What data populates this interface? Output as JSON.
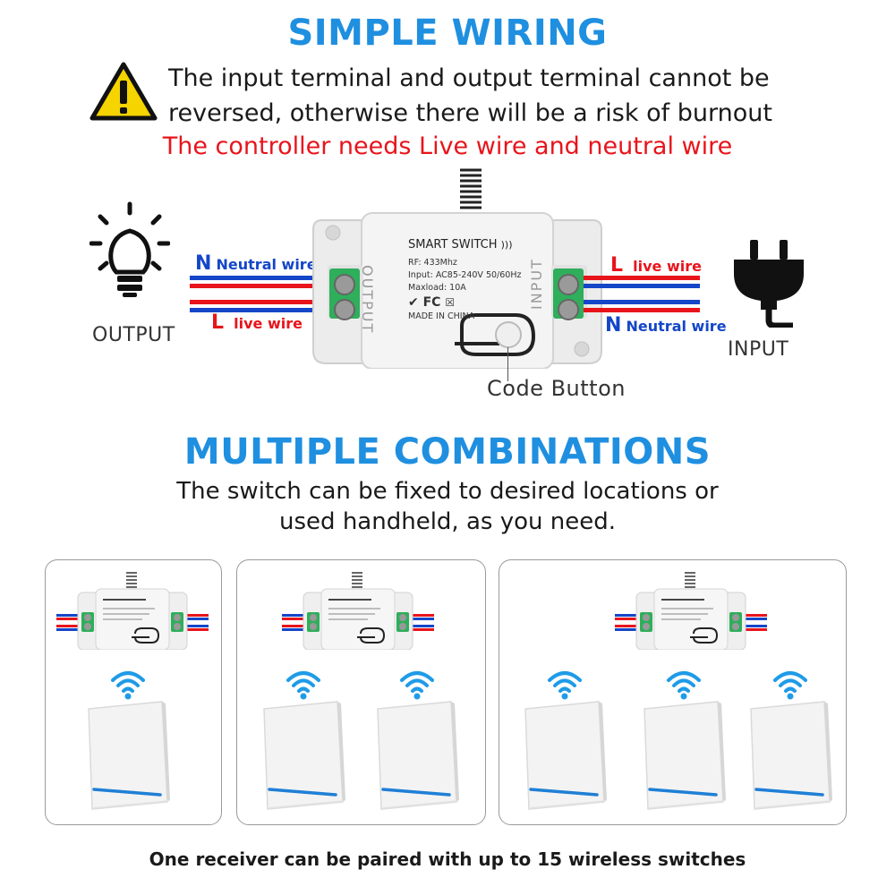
{
  "wiring": {
    "title": "SIMPLE WIRING",
    "warning_line1": "The input terminal and output terminal cannot be",
    "warning_line2": "reversed, otherwise there will be a risk of burnout",
    "red_note": "The controller needs Live wire and neutral wire",
    "output_label": "OUTPUT",
    "input_label": "INPUT",
    "left_n_letter": "N",
    "left_n_text": "Neutral  wire",
    "left_l_letter": "L",
    "left_l_text": "live wire",
    "right_l_letter": "L",
    "right_l_text": "live wire",
    "right_n_letter": "N",
    "right_n_text": "Neutral  wire",
    "code_button_label": "Code Button"
  },
  "device": {
    "title": "SMART  SWITCH",
    "rf": "RF: 433Mhz",
    "input": "Input: AC85-240V 50/60Hz",
    "maxload": "Maxload: 10A",
    "made_in": "MADE IN CHINA",
    "side_output": "OUTPUT",
    "side_input": "INPUT",
    "cert": "FC"
  },
  "combinations": {
    "title": "MULTIPLE COMBINATIONS",
    "line1": "The switch can be fixed to desired locations or",
    "line2": "used handheld, as you need.",
    "bottom_note": "One receiver can be paired with up to 15 wireless switches"
  },
  "colors": {
    "accent_blue": "#1f8fe0",
    "warning_red": "#e8141b",
    "neutral_wire": "#1446c8",
    "live_wire": "#e8141b",
    "terminal_green": "#2fae5b"
  },
  "icons": [
    "warning-icon",
    "light-bulb-icon",
    "power-plug-icon",
    "wifi-icon",
    "rf-signal-icon"
  ]
}
